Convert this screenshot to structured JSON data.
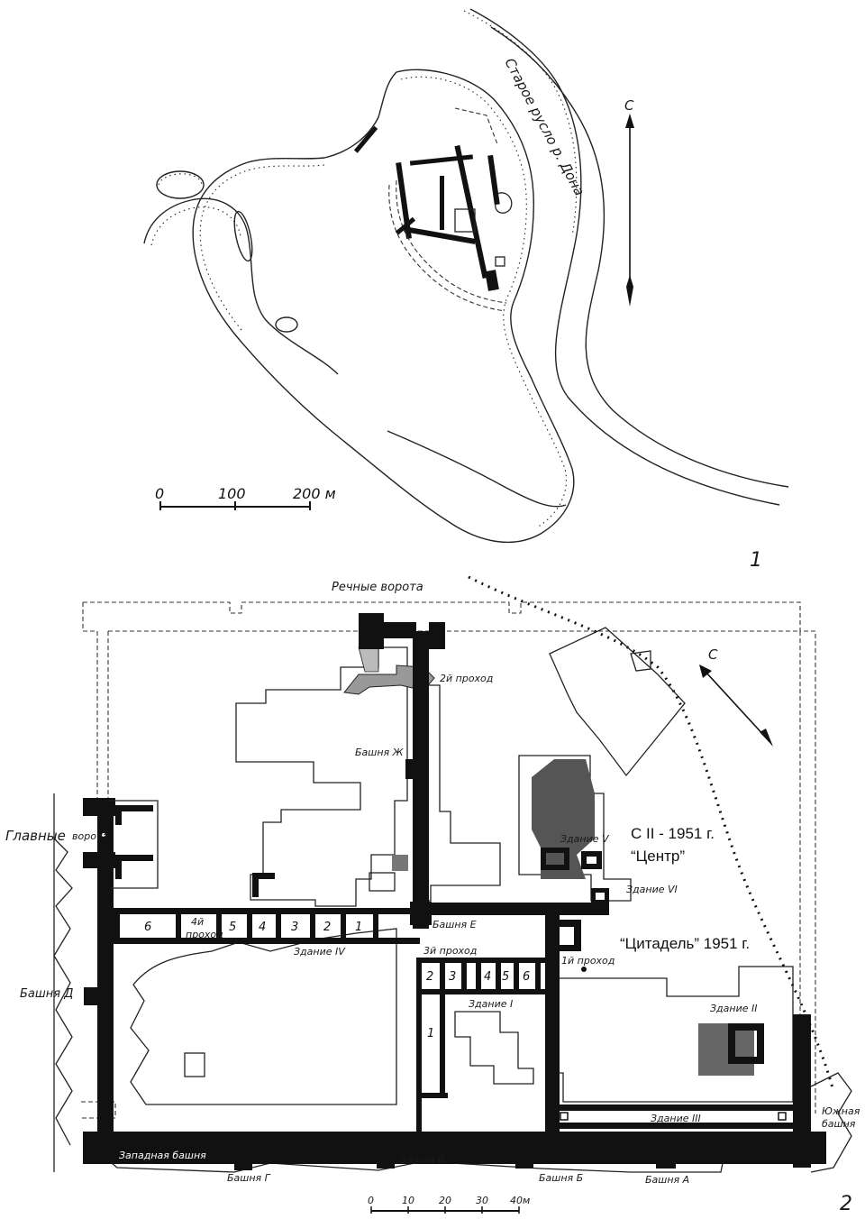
{
  "figure_numbers": {
    "top": "1",
    "bottom": "2"
  },
  "top_map": {
    "river_label": "Старое русло р. Дона",
    "north_label": "С",
    "scale": {
      "ticks": [
        "0",
        "100",
        "200 м"
      ]
    }
  },
  "plan": {
    "north_label": "С",
    "labels": {
      "river_gate": "Речные ворота",
      "main_gate_1": "Главные",
      "main_gate_2": "ворота",
      "passage_2": "2й проход",
      "passage_3": "3й проход",
      "passage_4a": "4й",
      "passage_4b": "проход",
      "passage_1": "1й проход",
      "tower_zh": "Башня Ж",
      "tower_e": "Башня Е",
      "tower_d": "Башня Д",
      "tower_g": "Башня Г",
      "tower_v": "Башня В",
      "tower_b": "Башня Б",
      "tower_a": "Башня А",
      "west_tower": "Западная башня",
      "south_tower_1": "Южная",
      "south_tower_2": "башня",
      "building_1": "Здание I",
      "building_2": "Здание II",
      "building_3": "Здание III",
      "building_4": "Здание IV",
      "building_5": "Здание V",
      "building_6": "Здание VI",
      "excavation_center_1": "С II - 1951 г.",
      "excavation_center_2": "“Центр”",
      "citadel": "“Цитадель” 1951 г."
    },
    "rooms_row_west": [
      "6",
      "5",
      "4",
      "3",
      "2",
      "1"
    ],
    "rooms_row_east_a": [
      "2",
      "3"
    ],
    "rooms_row_east_b": [
      "4",
      "5",
      "6"
    ],
    "room_long": "1",
    "scale": {
      "ticks": [
        "0",
        "10",
        "20",
        "30",
        "40м"
      ]
    }
  }
}
